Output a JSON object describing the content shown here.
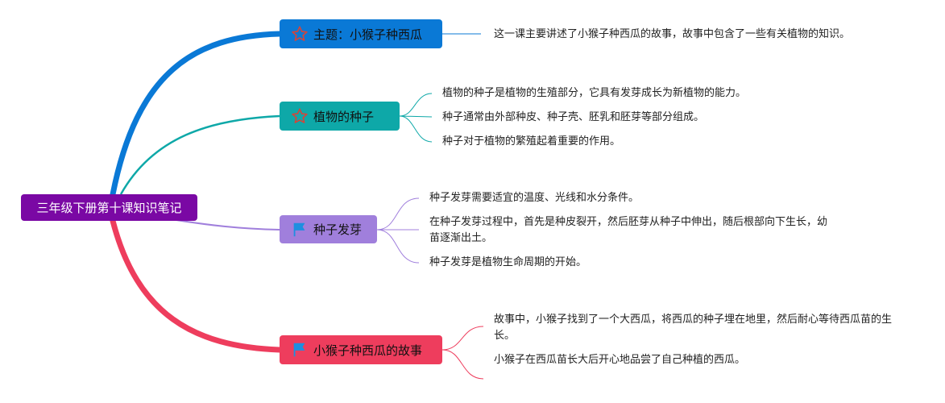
{
  "root": {
    "label": "三年级下册第十课知识笔记",
    "color": "#7a08a4"
  },
  "topics": [
    {
      "label": "主题：小猴子种西瓜",
      "icon": "star-icon",
      "color": "#0a79d6",
      "leaves": [
        "这一课主要讲述了小猴子种西瓜的故事，故事中包含了一些有关植物的知识。"
      ]
    },
    {
      "label": "植物的种子",
      "icon": "star-icon",
      "color": "#0ea8a8",
      "leaves": [
        "植物的种子是植物的生殖部分，它具有发芽成长为新植物的能力。",
        "种子通常由外部种皮、种子壳、胚乳和胚芽等部分组成。",
        "种子对于植物的繁殖起着重要的作用。"
      ]
    },
    {
      "label": "种子发芽",
      "icon": "flag-icon",
      "color": "#a07fdc",
      "leaves": [
        "种子发芽需要适宜的温度、光线和水分条件。",
        "在种子发芽过程中，首先是种皮裂开，然后胚芽从种子中伸出，随后根部向下生长，幼苗逐渐出土。",
        "种子发芽是植物生命周期的开始。"
      ]
    },
    {
      "label": "小猴子种西瓜的故事",
      "icon": "flag-icon",
      "color": "#ee3d5d",
      "leaves": [
        "故事中，小猴子找到了一个大西瓜，将西瓜的种子埋在地里，然后耐心等待西瓜苗的生长。",
        "小猴子在西瓜苗长大后开心地品尝了自己种植的西瓜。"
      ]
    }
  ],
  "colors": {
    "star_stroke": "#d4453a",
    "flag_fill": "#1e8fe0",
    "leaf_text": "#222222"
  }
}
